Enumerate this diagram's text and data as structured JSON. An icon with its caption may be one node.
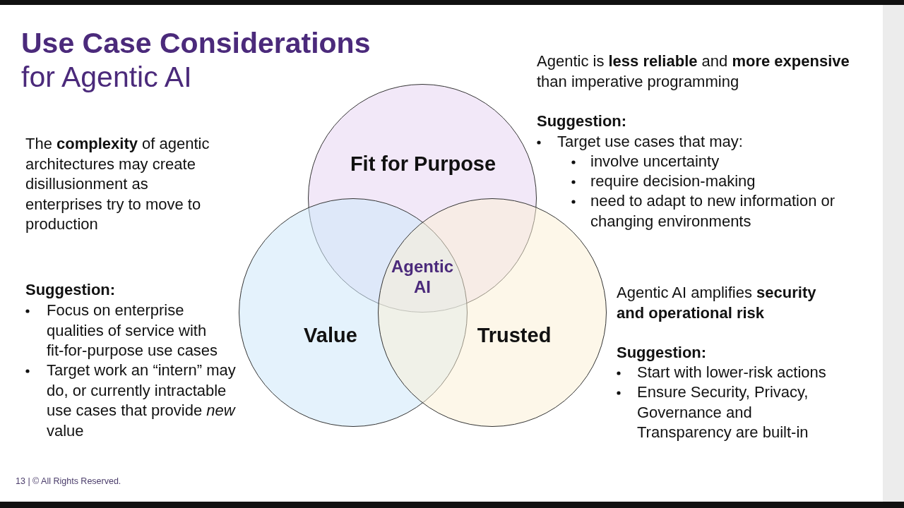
{
  "diagram": {
    "title": "**Use Case Considerations** for Agentic AI",
    "nodes": [
      {
        "text": [
          "Fit for Purpose"
        ]
      },
      {
        "text": [
          "Value"
        ]
      },
      {
        "text": [
          "Trusted"
        ]
      }
    ],
    "labels": [
      "The **complexity** of agentic architectures may create disillusionment as enterprises try to move to production",
      "Suggestion:",
      "Focus on enterprise qualities of service with fit-for-purpose use cases",
      "Target work an “intern” may do, or currently intractable use cases that provide *new* value",
      "Agentic is **less reliable** and **more expensive** than imperative programming",
      "Suggestion:",
      "Target use cases that may:",
      "involve uncertainty",
      "require decision-making",
      "need to adapt to new information or changing environments",
      "Agentic AI amplifies **security and operational risk**",
      "Suggestion:",
      "Start with lower-risk actions",
      "Ensure Security, Privacy, Governance and Transparency are built-in",
      "Agentic AI",
      "13 | © All Rights Reserved."
    ]
  }
}
